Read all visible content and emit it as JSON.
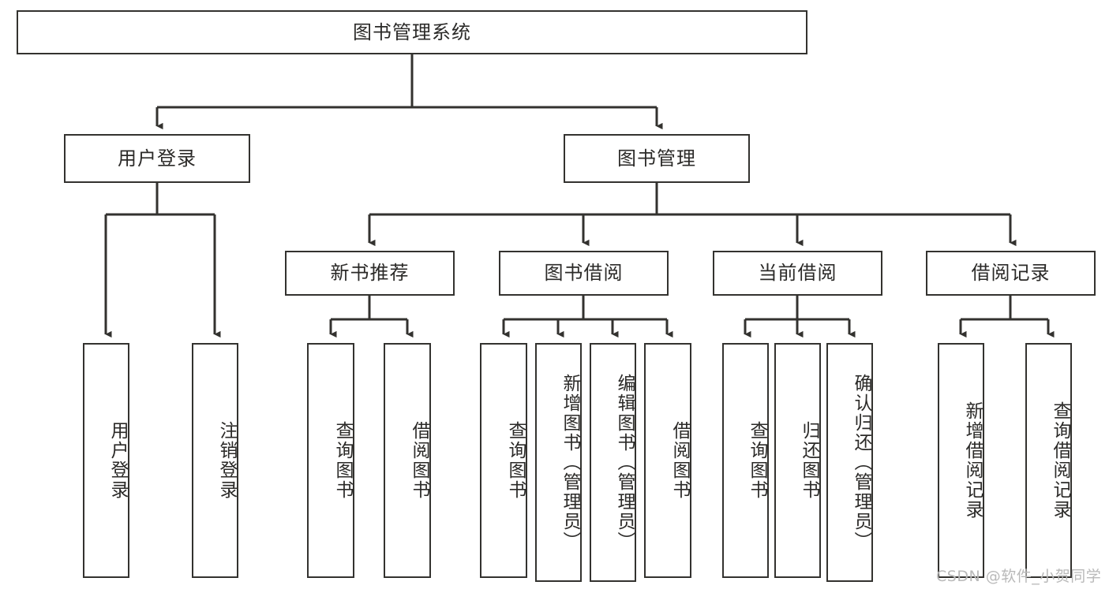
{
  "diagram": {
    "title": "图书管理系统",
    "type": "tree-hierarchy",
    "watermark": "CSDN @软件_小贺同学",
    "colors": {
      "stroke": "#33322f",
      "fill": "#ffffff",
      "text": "#2b2a28",
      "watermark": "#b9b9b9"
    },
    "nodes": {
      "root": {
        "label": "图书管理系统",
        "level": 1,
        "orientation": "horizontal"
      },
      "user_login": {
        "label": "用户登录",
        "level": 2,
        "orientation": "horizontal"
      },
      "book_manage": {
        "label": "图书管理",
        "level": 2,
        "orientation": "horizontal"
      },
      "new_book_rec": {
        "label": "新书推荐",
        "level": 3,
        "orientation": "horizontal"
      },
      "book_borrow": {
        "label": "图书借阅",
        "level": 3,
        "orientation": "horizontal"
      },
      "current_borrow": {
        "label": "当前借阅",
        "level": 3,
        "orientation": "horizontal"
      },
      "borrow_record": {
        "label": "借阅记录",
        "level": 3,
        "orientation": "horizontal"
      },
      "leaf_user_login": {
        "label": "用户登录",
        "level": 4,
        "orientation": "vertical"
      },
      "leaf_logout": {
        "label": "注销登录",
        "level": 4,
        "orientation": "vertical"
      },
      "leaf_query_book_1": {
        "label": "查询图书",
        "level": 4,
        "orientation": "vertical"
      },
      "leaf_borrow_book_1": {
        "label": "借阅图书",
        "level": 4,
        "orientation": "vertical"
      },
      "leaf_query_book_2": {
        "label": "查询图书",
        "level": 4,
        "orientation": "vertical"
      },
      "leaf_add_book": {
        "label": "新增图书（管理员）",
        "level": 4,
        "orientation": "vertical"
      },
      "leaf_edit_book": {
        "label": "编辑图书（管理员）",
        "level": 4,
        "orientation": "vertical"
      },
      "leaf_borrow_book_2": {
        "label": "借阅图书",
        "level": 4,
        "orientation": "vertical"
      },
      "leaf_query_book_3": {
        "label": "查询图书",
        "level": 4,
        "orientation": "vertical"
      },
      "leaf_return_book": {
        "label": "归还图书",
        "level": 4,
        "orientation": "vertical"
      },
      "leaf_confirm_return": {
        "label": "确认归还（管理员）",
        "level": 4,
        "orientation": "vertical"
      },
      "leaf_add_record": {
        "label": "新增借阅记录",
        "level": 4,
        "orientation": "vertical"
      },
      "leaf_query_record": {
        "label": "查询借阅记录",
        "level": 4,
        "orientation": "vertical"
      }
    },
    "edges": [
      {
        "from": "root",
        "to": "user_login"
      },
      {
        "from": "root",
        "to": "book_manage"
      },
      {
        "from": "user_login",
        "to": "leaf_user_login"
      },
      {
        "from": "user_login",
        "to": "leaf_logout"
      },
      {
        "from": "book_manage",
        "to": "new_book_rec"
      },
      {
        "from": "book_manage",
        "to": "book_borrow"
      },
      {
        "from": "book_manage",
        "to": "current_borrow"
      },
      {
        "from": "book_manage",
        "to": "borrow_record"
      },
      {
        "from": "new_book_rec",
        "to": "leaf_query_book_1"
      },
      {
        "from": "new_book_rec",
        "to": "leaf_borrow_book_1"
      },
      {
        "from": "book_borrow",
        "to": "leaf_query_book_2"
      },
      {
        "from": "book_borrow",
        "to": "leaf_add_book"
      },
      {
        "from": "book_borrow",
        "to": "leaf_edit_book"
      },
      {
        "from": "book_borrow",
        "to": "leaf_borrow_book_2"
      },
      {
        "from": "current_borrow",
        "to": "leaf_query_book_3"
      },
      {
        "from": "current_borrow",
        "to": "leaf_return_book"
      },
      {
        "from": "current_borrow",
        "to": "leaf_confirm_return"
      },
      {
        "from": "borrow_record",
        "to": "leaf_add_record"
      },
      {
        "from": "borrow_record",
        "to": "leaf_query_record"
      }
    ]
  }
}
